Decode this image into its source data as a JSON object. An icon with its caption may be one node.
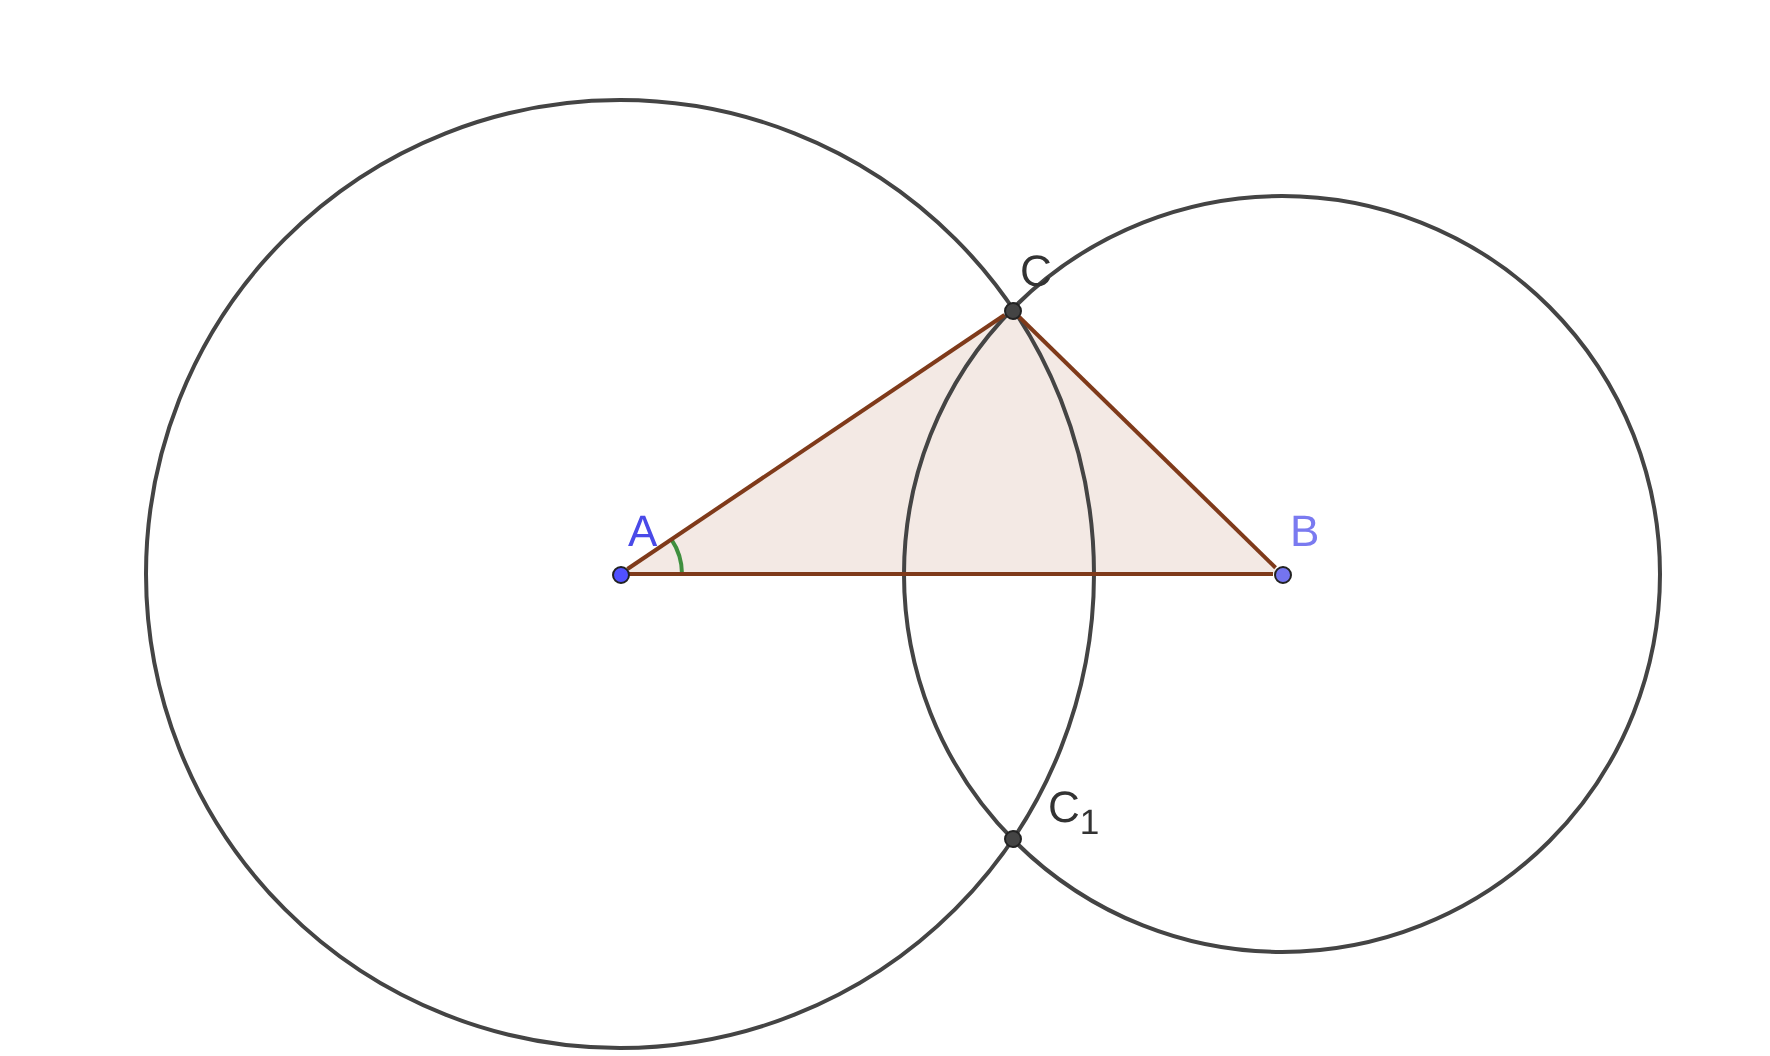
{
  "diagram": {
    "nodes": [
      {
        "text": [
          "A"
        ]
      },
      {
        "text": [
          "B"
        ]
      },
      {
        "text": [
          "C"
        ]
      },
      {
        "text": [
          "C$_{1}$"
        ]
      }
    ],
    "edges": [
      {
        "from": 0,
        "to": 2,
        "arrow": "none"
      },
      {
        "from": 2,
        "to": 1,
        "arrow": "none"
      },
      {
        "from": 0,
        "to": 1,
        "arrow": "none"
      }
    ]
  }
}
